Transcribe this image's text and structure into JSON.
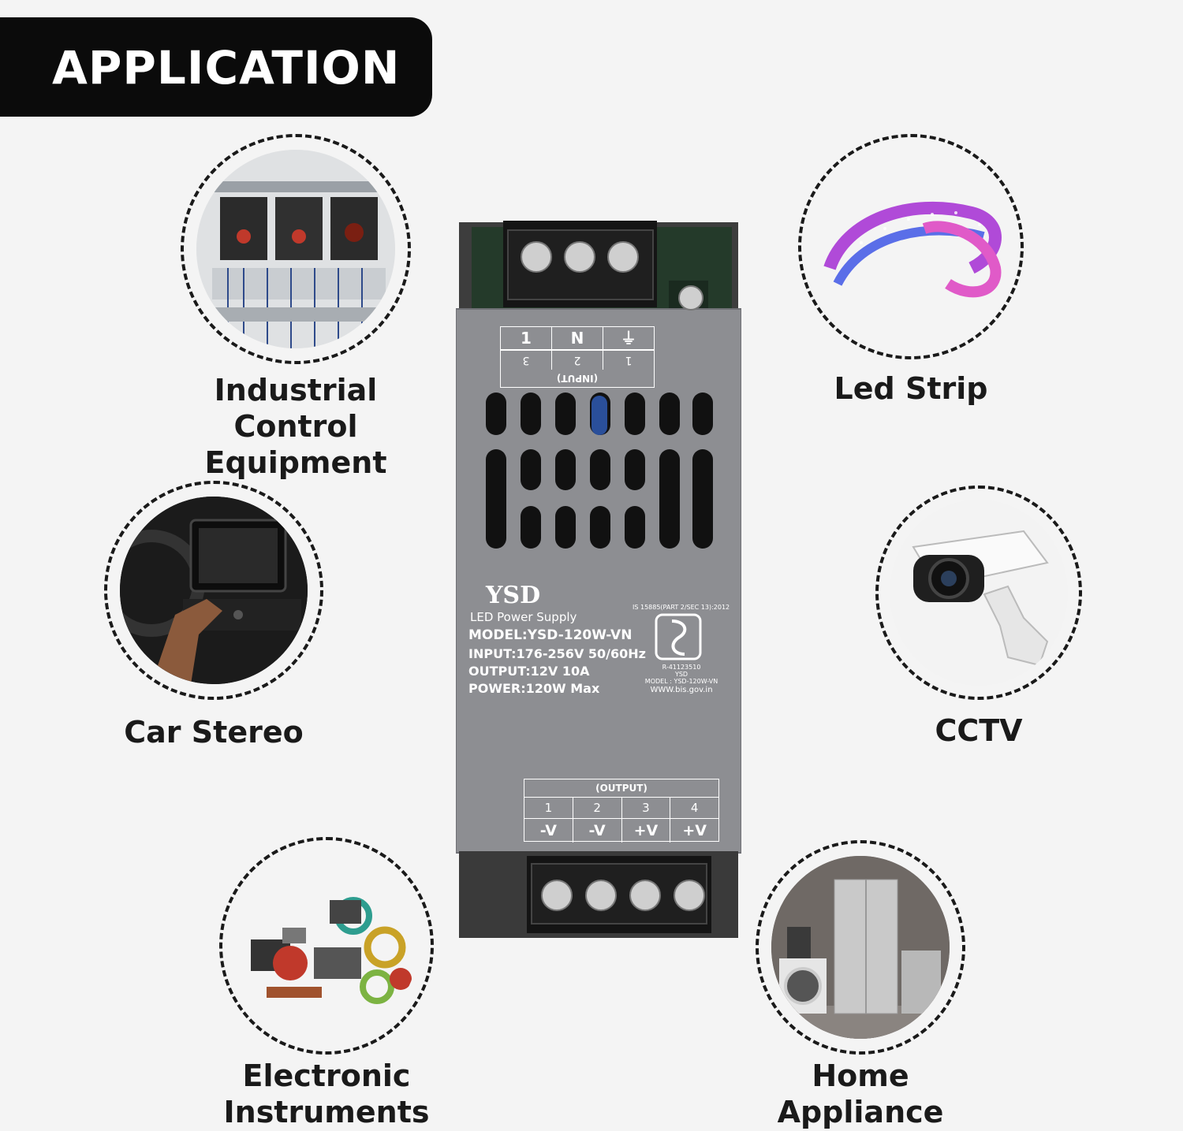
{
  "banner": {
    "title": "APPLICATION"
  },
  "applications": [
    {
      "label_lines": [
        "Industrial Control",
        "Equipment"
      ],
      "icon": "industrial-panel-icon"
    },
    {
      "label_lines": [
        "Led Strip"
      ],
      "icon": "led-strip-icon"
    },
    {
      "label_lines": [
        "Car Stereo"
      ],
      "icon": "car-stereo-icon"
    },
    {
      "label_lines": [
        "CCTV"
      ],
      "icon": "cctv-camera-icon"
    },
    {
      "label_lines": [
        "Electronic",
        "Instruments"
      ],
      "icon": "electronic-parts-icon"
    },
    {
      "label_lines": [
        "Home Appliance"
      ],
      "icon": "home-appliance-icon"
    }
  ],
  "product": {
    "brand": "YSD",
    "type": "LED Power Supply",
    "model": "MODEL:YSD-120W-VN",
    "input": "INPUT:176-256V 50/60Hz",
    "output": "OUTPUT:12V 10A",
    "power": "POWER:120W Max",
    "standard": "IS 15885(PART 2/SEC 13):2012",
    "cert_number": "R-41123510",
    "cert_brand": "YSD",
    "cert_model": "MODEL : YSD-120W-VN",
    "cert_url": "WWW.bis.gov.in",
    "input_table": {
      "top": [
        "1",
        "N",
        "⏚"
      ],
      "bottom": [
        "3",
        "2",
        "1"
      ],
      "title": "(INPUT)"
    },
    "output_table": {
      "title": "(OUTPUT)",
      "numbers": [
        "1",
        "2",
        "3",
        "4"
      ],
      "polarity": [
        "-V",
        "-V",
        "+V",
        "+V"
      ]
    }
  },
  "colors": {
    "banner": "#0b0b0b",
    "psu_body": "#8d8e92",
    "text": "#1a1a1a"
  }
}
